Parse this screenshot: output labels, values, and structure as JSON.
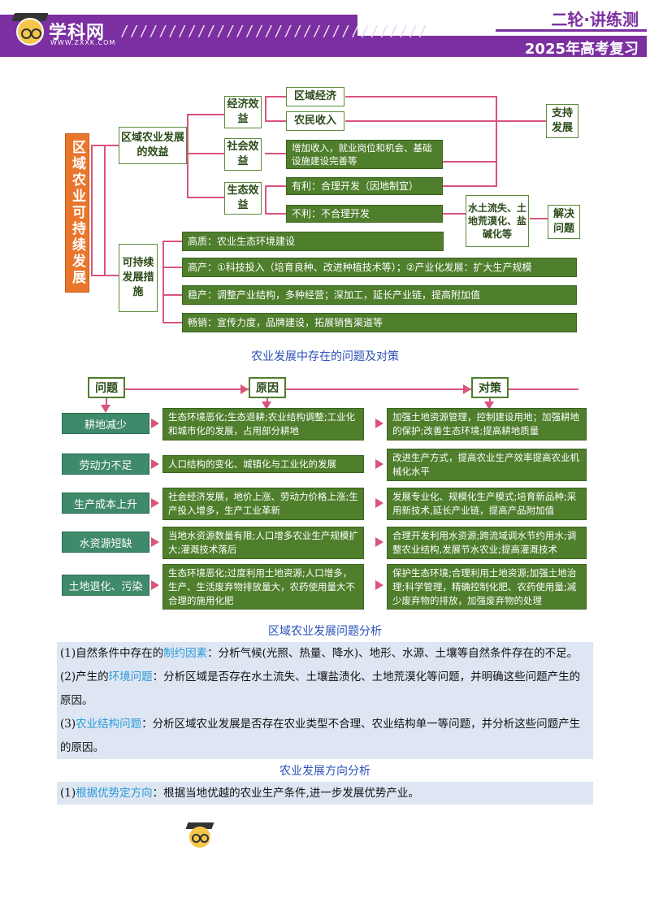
{
  "header": {
    "logo_name": "学科网",
    "logo_url": "WWW.ZXXK.COM",
    "slashes": "////////////////////////////////",
    "series": "二轮·讲练测",
    "year": "2025年高考复习"
  },
  "tree": {
    "root": "区域农业可持续发展",
    "benefit_title": "区域农业发展的效益",
    "economic": "经济效益",
    "regional_economy": "区域经济",
    "farmer_income": "农民收入",
    "social": "社会效益",
    "social_detail": "增加收入，就业岗位和机会、基础设施建设完善等",
    "ecological": "生态效益",
    "favorable": "有利：合理开发（因地制宜）",
    "unfavorable": "不利：不合理开发",
    "support": "支持发展",
    "problems": "水土流失、土地荒漠化、盐碱化等",
    "solve": "解决问题",
    "measure_title": "可持续发展措施",
    "measures": [
      "高质：农业生态环境建设",
      "高产：①科技投入（培育良种、改进种植技术等）；②产业化发展：扩大生产规模",
      "稳产：调整产业结构，多种经营；深加工，延长产业链，提高附加值",
      "畅销：宣传力度，品牌建设，拓展销售渠道等"
    ]
  },
  "caption1": "农业发展中存在的问题及对策",
  "problem_diagram": {
    "heads": [
      "问题",
      "原因",
      "对策"
    ],
    "rows": [
      {
        "problem": "耕地减少",
        "cause": "生态环境恶化;生态退耕;农业结构调整;工业化和城市化的发展，占用部分耕地",
        "measure": "加强土地资源管理，控制建设用地；加强耕地的保护;改善生态环境;提高耕地质量"
      },
      {
        "problem": "劳动力不足",
        "cause": "人口结构的变化、城镇化与工业化的发展",
        "measure": "改进生产方式，提高农业生产效率提高农业机械化水平"
      },
      {
        "problem": "生产成本上升",
        "cause": "社会经济发展，地价上涨、劳动力价格上涨;生产投入增多，生产工业革新",
        "measure": "发展专业化、规模化生产模式;培育新品种;采用新技术,延长产业链，提高产品附加值"
      },
      {
        "problem": "水资源短缺",
        "cause": "当地水资源数量有限;人口增多农业生产规模扩大;灌溉技术落后",
        "measure": "合理开发利用水资源;跨流域调水节约用水;调整农业结构,发展节水农业;提高灌溉技术"
      },
      {
        "problem": "土地退化、污染",
        "cause": "生态环境恶化;过度利用土地资源;人口增多，生产、生活废弃物排放量大，农药使用量大不合理的施用化肥",
        "measure": "保护生态环境;合理利用土地资源;加强土地治理;科学管理，精确控制化肥、农药使用量;减少废弃物的排放，加强废弃物的处理"
      }
    ]
  },
  "caption2": "区域农业发展问题分析",
  "analysis": [
    {
      "num": "(1)自然条件中存在的",
      "key": "制约因素",
      "text": "：分析气候(光照、热量、降水)、地形、水源、土壤等自然条件存在的不足。"
    },
    {
      "num": "(2)产生的",
      "key": "环境问题",
      "text": "：分析区域是否存在水土流失、土壤盐渍化、土地荒漠化等问题，并明确这些问题产生的原因。"
    },
    {
      "num": "(3)",
      "key": "农业结构问题",
      "text": "：分析区域农业发展是否存在农业类型不合理、农业结构单一等问题，并分析这些问题产生的原因。"
    }
  ],
  "caption3": "农业发展方向分析",
  "direction": {
    "num": "(1)",
    "key": "根据优势定方向",
    "text": "：根据当地优越的农业生产条件,进一步发展优势产业。"
  }
}
